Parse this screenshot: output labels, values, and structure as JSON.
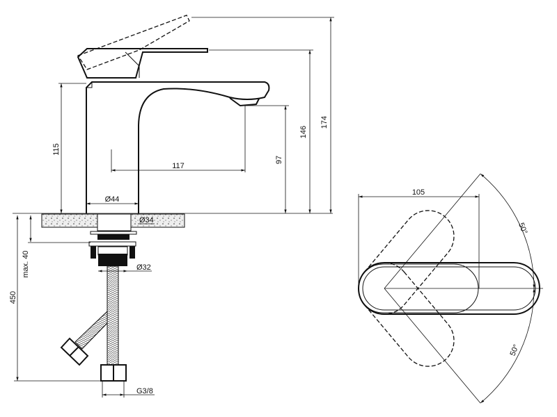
{
  "drawing": {
    "side_view": {
      "dim_total_height": "174",
      "dim_lever_height": "146",
      "dim_spout_height": "97",
      "dim_body_height": "115",
      "dim_spout_reach": "117",
      "dim_body_diameter": "Ø44",
      "dim_hole_diameter": "Ø34",
      "dim_max_counter": "max. 40",
      "dim_hose_length": "450",
      "dim_shank_diameter": "Ø32",
      "dim_connection": "G3/8"
    },
    "top_view": {
      "dim_length": "105",
      "angle_upper": "50°",
      "angle_lower": "50°"
    }
  }
}
